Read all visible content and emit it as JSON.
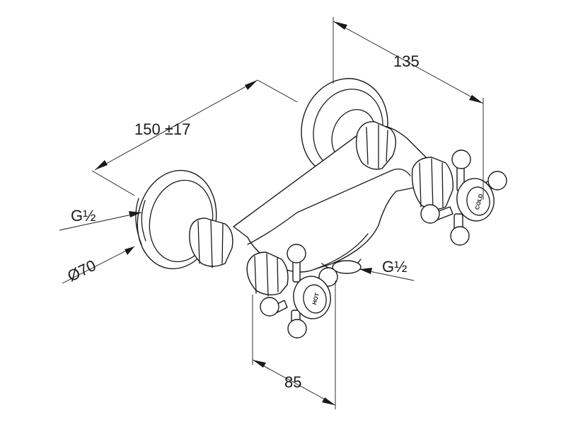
{
  "dimensions": {
    "spacing": "135",
    "center_distance": "150 ±17",
    "inlet_thread_left": "G½",
    "rosette_diameter": "Ø70",
    "outlet_thread": "G½",
    "handle_distance": "85"
  },
  "handle_marks": {
    "left": "HOT",
    "right": "COLD"
  }
}
